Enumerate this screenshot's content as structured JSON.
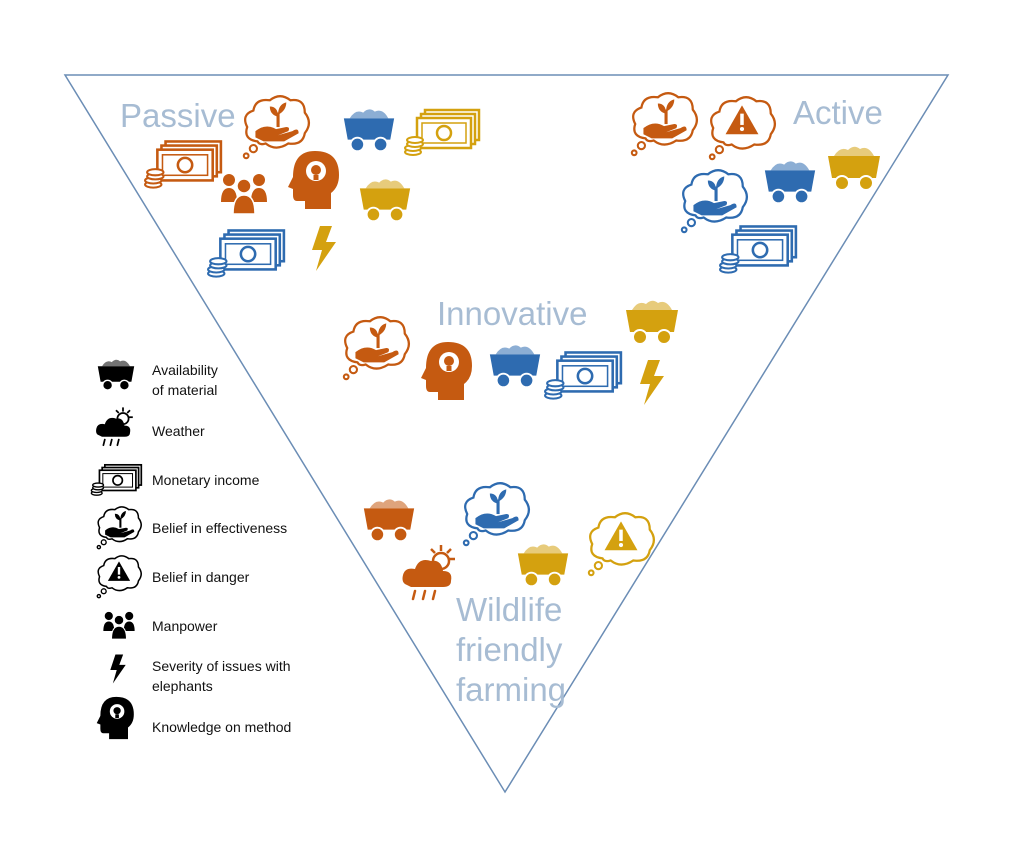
{
  "palette": {
    "orange": "#c55a11",
    "blue": "#2e6bb0",
    "gold": "#d4a10f",
    "label": "#a7bcd3",
    "outline": "#6b8db5"
  },
  "labels": {
    "passive": "Passive",
    "active": "Active",
    "innovative": "Innovative",
    "wildlife": [
      "Wildlife",
      "friendly",
      "farming"
    ]
  },
  "legend": [
    {
      "icon": "cart-icon",
      "label": [
        "Availability",
        "of material"
      ]
    },
    {
      "icon": "weather-icon",
      "label": [
        "Weather"
      ]
    },
    {
      "icon": "money-icon",
      "label": [
        "Monetary income"
      ]
    },
    {
      "icon": "belief-effectiveness-icon",
      "label": [
        "Belief in effectiveness"
      ]
    },
    {
      "icon": "belief-danger-icon",
      "label": [
        "Belief in danger"
      ]
    },
    {
      "icon": "manpower-icon",
      "label": [
        "Manpower"
      ]
    },
    {
      "icon": "lightning-icon",
      "label": [
        "Severity of issues with",
        "elephants"
      ]
    },
    {
      "icon": "knowledge-icon",
      "label": [
        "Knowledge on method"
      ]
    }
  ]
}
